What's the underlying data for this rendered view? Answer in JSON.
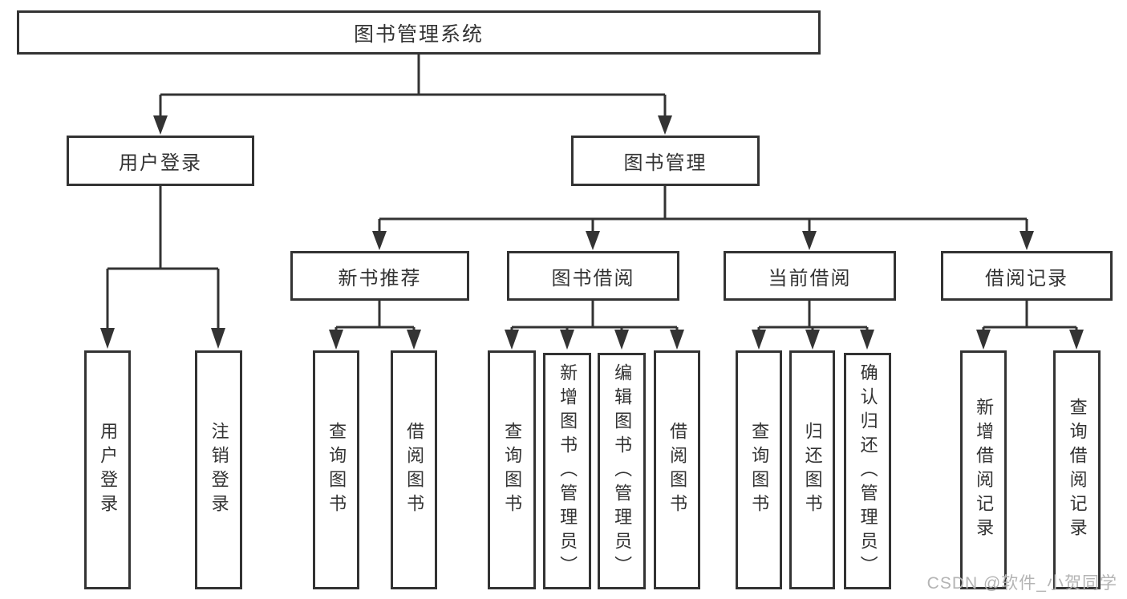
{
  "diagram": {
    "root": {
      "label": "图书管理系统"
    },
    "level2": [
      {
        "label": "用户登录"
      },
      {
        "label": "图书管理"
      }
    ],
    "level3": [
      {
        "label": "新书推荐"
      },
      {
        "label": "图书借阅"
      },
      {
        "label": "当前借阅"
      },
      {
        "label": "借阅记录"
      }
    ],
    "leaves": {
      "user": [
        "用户登录",
        "注销登录"
      ],
      "new_book": [
        "查询图书",
        "借阅图书"
      ],
      "book_borrow": [
        "查询图书",
        "新增图书（管理员）",
        "编辑图书（管理员）",
        "借阅图书"
      ],
      "current_borrow": [
        "查询图书",
        "归还图书",
        "确认归还（管理员）"
      ],
      "borrow_records": [
        "新增借阅记录",
        "查询借阅记录"
      ]
    }
  },
  "watermark": {
    "text": "CSDN @软件_小贺同学"
  },
  "colors": {
    "line": "#333333",
    "text": "#333333",
    "background": "#ffffff",
    "watermark": "#b4b4b4"
  }
}
